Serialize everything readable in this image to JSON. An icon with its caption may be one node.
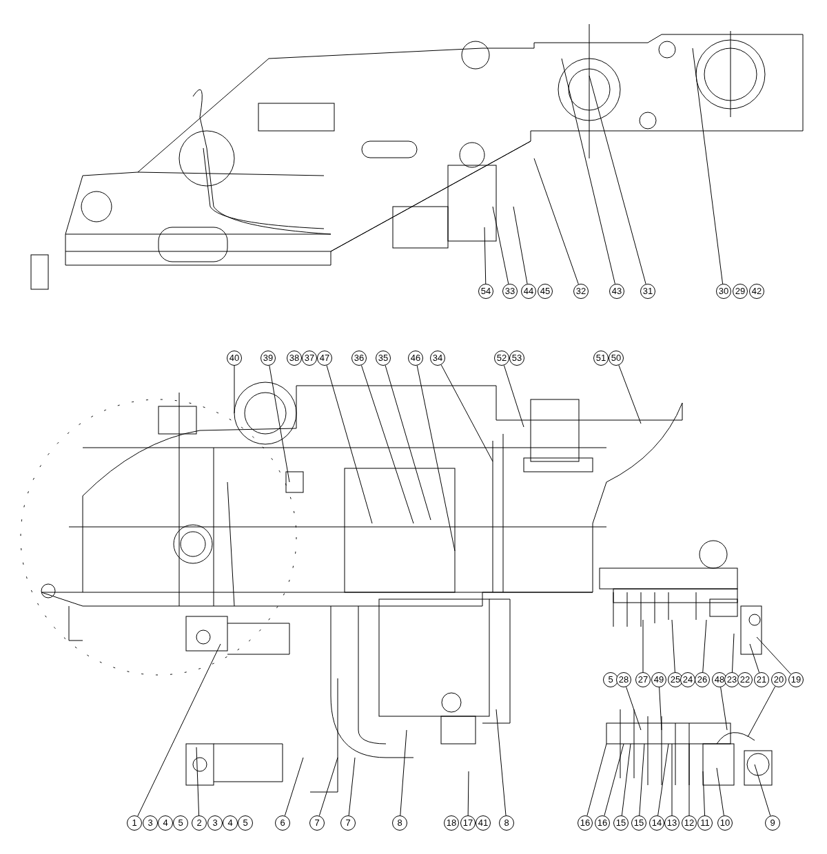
{
  "diagram": {
    "nodes": [
      {
        "text": [
          "54"
        ]
      },
      {
        "text": [
          "33"
        ]
      },
      {
        "text": [
          "44"
        ]
      },
      {
        "text": [
          "45"
        ]
      },
      {
        "text": [
          "32"
        ]
      },
      {
        "text": [
          "43"
        ]
      },
      {
        "text": [
          "31"
        ]
      },
      {
        "text": [
          "30"
        ]
      },
      {
        "text": [
          "29"
        ]
      },
      {
        "text": [
          "42"
        ]
      },
      {
        "text": [
          "40"
        ]
      },
      {
        "text": [
          "39"
        ]
      },
      {
        "text": [
          "38"
        ]
      },
      {
        "text": [
          "37"
        ]
      },
      {
        "text": [
          "47"
        ]
      },
      {
        "text": [
          "36"
        ]
      },
      {
        "text": [
          "35"
        ]
      },
      {
        "text": [
          "46"
        ]
      },
      {
        "text": [
          "34"
        ]
      },
      {
        "text": [
          "52"
        ]
      },
      {
        "text": [
          "53"
        ]
      },
      {
        "text": [
          "51"
        ]
      },
      {
        "text": [
          "50"
        ]
      },
      {
        "text": [
          "5"
        ]
      },
      {
        "text": [
          "28"
        ]
      },
      {
        "text": [
          "27"
        ]
      },
      {
        "text": [
          "49"
        ]
      },
      {
        "text": [
          "25"
        ]
      },
      {
        "text": [
          "24"
        ]
      },
      {
        "text": [
          "26"
        ]
      },
      {
        "text": [
          "48"
        ]
      },
      {
        "text": [
          "23"
        ]
      },
      {
        "text": [
          "22"
        ]
      },
      {
        "text": [
          "21"
        ]
      },
      {
        "text": [
          "20"
        ]
      },
      {
        "text": [
          "19"
        ]
      },
      {
        "text": [
          "1"
        ]
      },
      {
        "text": [
          "3"
        ]
      },
      {
        "text": [
          "4"
        ]
      },
      {
        "text": [
          "5"
        ]
      },
      {
        "text": [
          "2"
        ]
      },
      {
        "text": [
          "3"
        ]
      },
      {
        "text": [
          "4"
        ]
      },
      {
        "text": [
          "5"
        ]
      },
      {
        "text": [
          "6"
        ]
      },
      {
        "text": [
          "7"
        ]
      },
      {
        "text": [
          "7"
        ]
      },
      {
        "text": [
          "8"
        ]
      },
      {
        "text": [
          "18"
        ]
      },
      {
        "text": [
          "17"
        ]
      },
      {
        "text": [
          "41"
        ]
      },
      {
        "text": [
          "8"
        ]
      },
      {
        "text": [
          "16"
        ]
      },
      {
        "text": [
          "16"
        ]
      },
      {
        "text": [
          "15"
        ]
      },
      {
        "text": [
          "15"
        ]
      },
      {
        "text": [
          "14"
        ]
      },
      {
        "text": [
          "13"
        ]
      },
      {
        "text": [
          "12"
        ]
      },
      {
        "text": [
          "11"
        ]
      },
      {
        "text": [
          "10"
        ]
      },
      {
        "text": [
          "9"
        ]
      }
    ],
    "edges": [
      {
        "from": 0,
        "to": null,
        "arrow": "none"
      },
      {
        "from": 1,
        "to": null,
        "arrow": "none"
      },
      {
        "from": 2,
        "to": null,
        "arrow": "none"
      },
      {
        "from": 4,
        "to": null,
        "arrow": "none"
      },
      {
        "from": 5,
        "to": null,
        "arrow": "none"
      },
      {
        "from": 6,
        "to": null,
        "arrow": "none"
      },
      {
        "from": 7,
        "to": null,
        "arrow": "none"
      },
      {
        "from": 10,
        "to": null,
        "arrow": "none"
      },
      {
        "from": 11,
        "to": null,
        "arrow": "none"
      },
      {
        "from": 14,
        "to": null,
        "arrow": "none"
      },
      {
        "from": 15,
        "to": null,
        "arrow": "none"
      },
      {
        "from": 16,
        "to": null,
        "arrow": "none"
      },
      {
        "from": 17,
        "to": null,
        "arrow": "none"
      },
      {
        "from": 18,
        "to": null,
        "arrow": "none"
      },
      {
        "from": 19,
        "to": null,
        "arrow": "none"
      },
      {
        "from": 22,
        "to": null,
        "arrow": "none"
      },
      {
        "from": 24,
        "to": null,
        "arrow": "none"
      },
      {
        "from": 25,
        "to": null,
        "arrow": "none"
      },
      {
        "from": 26,
        "to": null,
        "arrow": "none"
      },
      {
        "from": 27,
        "to": null,
        "arrow": "none"
      },
      {
        "from": 29,
        "to": null,
        "arrow": "none"
      },
      {
        "from": 30,
        "to": null,
        "arrow": "none"
      },
      {
        "from": 31,
        "to": null,
        "arrow": "none"
      },
      {
        "from": 33,
        "to": null,
        "arrow": "none"
      },
      {
        "from": 34,
        "to": null,
        "arrow": "none"
      },
      {
        "from": 35,
        "to": null,
        "arrow": "none"
      },
      {
        "from": 36,
        "to": null,
        "arrow": "none"
      },
      {
        "from": 40,
        "to": null,
        "arrow": "none"
      },
      {
        "from": 44,
        "to": null,
        "arrow": "none"
      },
      {
        "from": 45,
        "to": null,
        "arrow": "none"
      },
      {
        "from": 46,
        "to": null,
        "arrow": "none"
      },
      {
        "from": 47,
        "to": null,
        "arrow": "none"
      },
      {
        "from": 49,
        "to": null,
        "arrow": "none"
      },
      {
        "from": 51,
        "to": null,
        "arrow": "none"
      },
      {
        "from": 52,
        "to": null,
        "arrow": "none"
      },
      {
        "from": 53,
        "to": null,
        "arrow": "none"
      },
      {
        "from": 54,
        "to": null,
        "arrow": "none"
      },
      {
        "from": 55,
        "to": null,
        "arrow": "none"
      },
      {
        "from": 56,
        "to": null,
        "arrow": "none"
      },
      {
        "from": 57,
        "to": null,
        "arrow": "none"
      },
      {
        "from": 58,
        "to": null,
        "arrow": "none"
      },
      {
        "from": 59,
        "to": null,
        "arrow": "none"
      },
      {
        "from": 60,
        "to": null,
        "arrow": "none"
      },
      {
        "from": 61,
        "to": null,
        "arrow": "none"
      }
    ]
  }
}
